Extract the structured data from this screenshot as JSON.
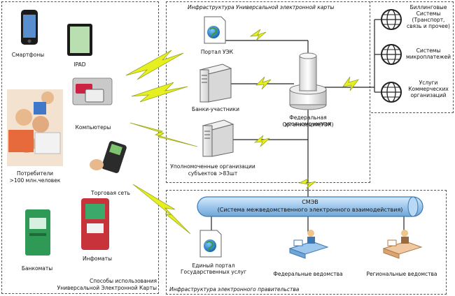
{
  "left_panel": {
    "devices": {
      "smartphones": "Смартфоны",
      "ipad": "IPAD",
      "computers": "Компьютеры",
      "trade_network": "Торговая сеть",
      "atms": "Банкоматы",
      "infomats": "Инфоматы"
    },
    "consumers": {
      "line1": "Потребители",
      "line2": ">100 млн.человек"
    },
    "ways_title": {
      "line1": "Способы использования",
      "line2": "Универсальной Электронной Карты"
    }
  },
  "card_infrastructure": {
    "title": "Инфраструктура Универсальной электронной карты",
    "portal": "Портал УЭК",
    "banks": "Банки-участники",
    "authorized": {
      "line1": "Уполномоченные организации",
      "line2": "субъектов >83шт"
    },
    "federal": {
      "line1": "Федеральная уполномоченная",
      "line2": "Организация(УЭК)"
    }
  },
  "right_systems": {
    "billing": {
      "line1": "Биллинговые",
      "line2": "Системы",
      "line3": "(Транспорт,",
      "line4": "связь и прочее)"
    },
    "micropayments": {
      "line1": "Системы",
      "line2": "микроплатежей"
    },
    "commercial": {
      "line1": "Услуги",
      "line2": "Коммерческих",
      "line3": "организаций"
    }
  },
  "egov_infrastructure": {
    "title": "Инфраструктура электронного правительства",
    "smev_name": "СМЭВ",
    "smev_full": "(Система межведомственного электронного взаимодействия)",
    "gov_portal": {
      "line1": "Единый портал",
      "line2": "Государственных услуг"
    },
    "federal_agencies": "Федеральные ведомства",
    "regional_agencies": "Региональные ведомства"
  },
  "colors": {
    "lightning": "#e6f020",
    "lightning_stroke": "#9aa51a",
    "pipe": "#9ec7ec",
    "server": "#e8e8e8",
    "globe": "#1d7fc6",
    "atm_green": "#2e9a55",
    "infomat_red": "#c8323a"
  }
}
